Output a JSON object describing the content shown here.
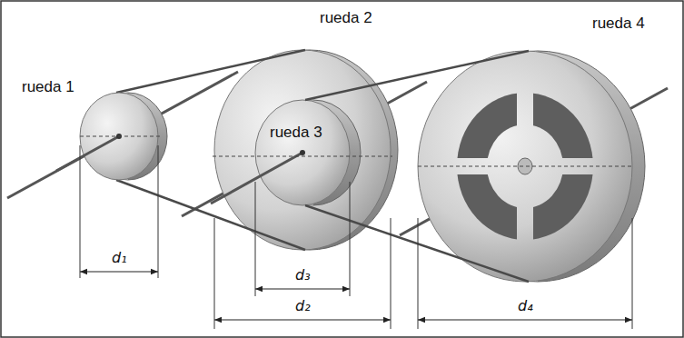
{
  "diagram": {
    "labels": [
      "rueda 1",
      "rueda 2",
      "rueda 3",
      "rueda 4",
      "d₁",
      "d₃",
      "d₂",
      "d₄"
    ]
  }
}
